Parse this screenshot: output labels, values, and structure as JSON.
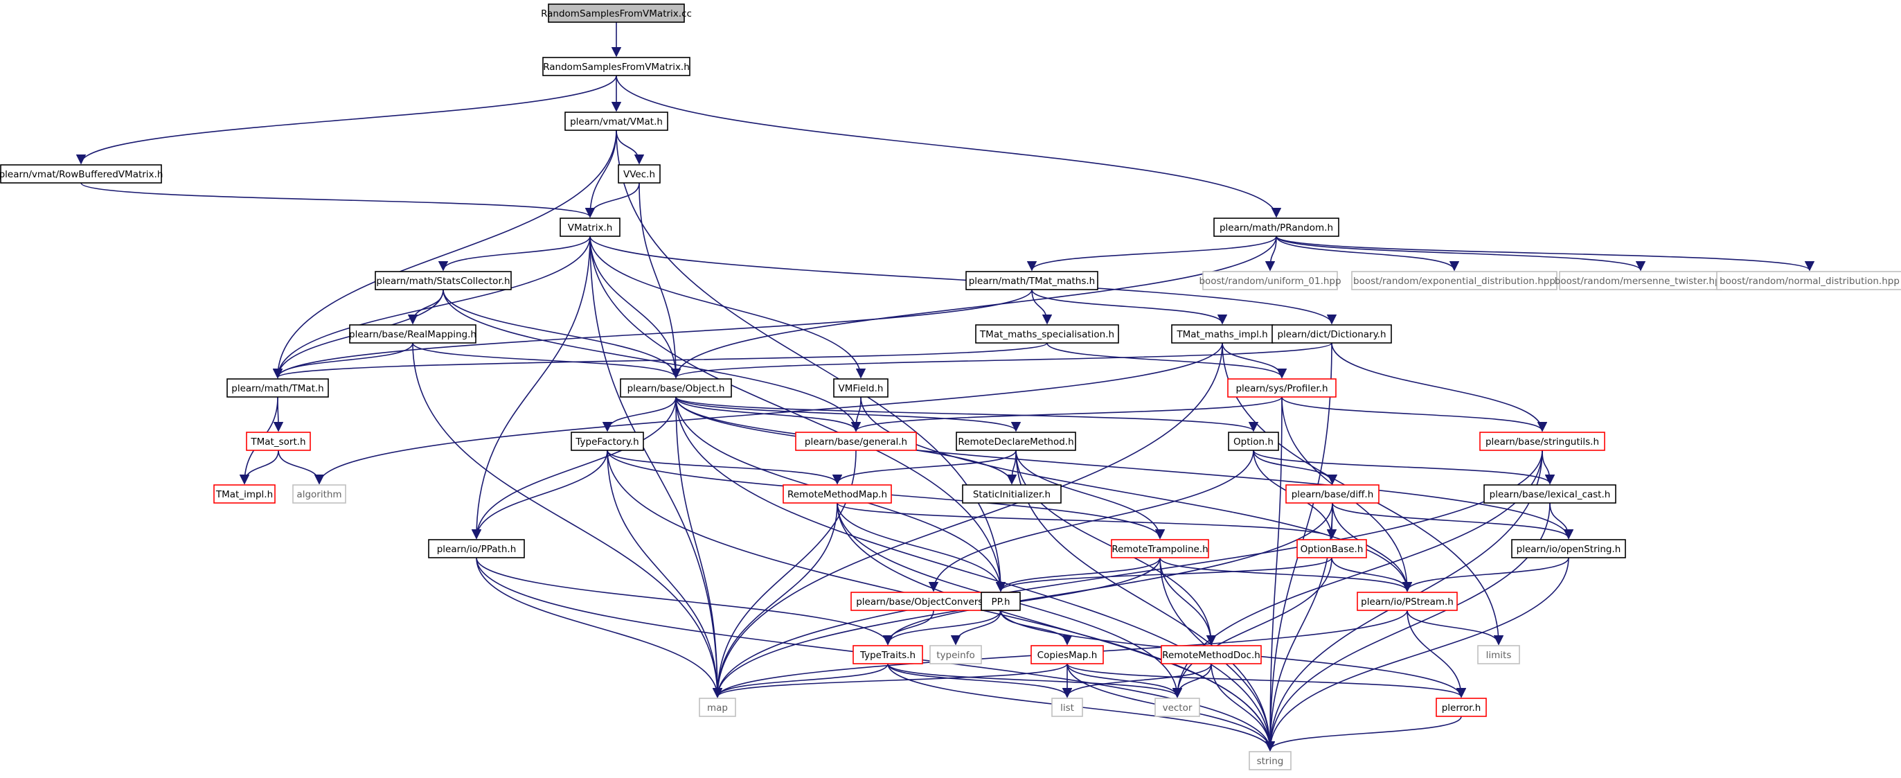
{
  "diagram": {
    "colors": {
      "edge": "#191970",
      "root_fill": "#bfbfbf",
      "normal_border": "#000000",
      "truncated_border": "#ff0000",
      "external_border": "#bfbfbf",
      "external_text": "#606060"
    },
    "nodes": [
      {
        "id": "root",
        "label": "RandomSamplesFromVMatrix.cc",
        "kind": "root"
      },
      {
        "id": "rsfvm_h",
        "label": "RandomSamplesFromVMatrix.h",
        "kind": "normal"
      },
      {
        "id": "vmat_h",
        "label": "plearn/vmat/VMat.h",
        "kind": "normal"
      },
      {
        "id": "rowbuf_h",
        "label": "plearn/vmat/RowBufferedVMatrix.h",
        "kind": "normal"
      },
      {
        "id": "vvec_h",
        "label": "VVec.h",
        "kind": "normal"
      },
      {
        "id": "vmatrix_h",
        "label": "VMatrix.h",
        "kind": "normal"
      },
      {
        "id": "prandom_h",
        "label": "plearn/math/PRandom.h",
        "kind": "normal"
      },
      {
        "id": "statscoll_h",
        "label": "plearn/math/StatsCollector.h",
        "kind": "normal"
      },
      {
        "id": "tmat_maths_h",
        "label": "plearn/math/TMat_maths.h",
        "kind": "normal"
      },
      {
        "id": "uniform01",
        "label": "boost/random/uniform_01.hpp",
        "kind": "external"
      },
      {
        "id": "expdist",
        "label": "boost/random/exponential_distribution.hpp",
        "kind": "external"
      },
      {
        "id": "mersenne",
        "label": "boost/random/mersenne_twister.hpp",
        "kind": "external"
      },
      {
        "id": "normdist",
        "label": "boost/random/normal_distribution.hpp",
        "kind": "external"
      },
      {
        "id": "realmap_h",
        "label": "plearn/base/RealMapping.h",
        "kind": "normal"
      },
      {
        "id": "tms_h",
        "label": "TMat_maths_specialisation.h",
        "kind": "normal"
      },
      {
        "id": "tmi_h",
        "label": "TMat_maths_impl.h",
        "kind": "normal"
      },
      {
        "id": "dict_h",
        "label": "plearn/dict/Dictionary.h",
        "kind": "normal"
      },
      {
        "id": "tmat_h",
        "label": "plearn/math/TMat.h",
        "kind": "normal"
      },
      {
        "id": "object_h",
        "label": "plearn/base/Object.h",
        "kind": "normal"
      },
      {
        "id": "vmfield_h",
        "label": "VMField.h",
        "kind": "normal"
      },
      {
        "id": "profiler_h",
        "label": "plearn/sys/Profiler.h",
        "kind": "truncated"
      },
      {
        "id": "tmat_sort_h",
        "label": "TMat_sort.h",
        "kind": "truncated"
      },
      {
        "id": "general_h",
        "label": "plearn/base/general.h",
        "kind": "truncated"
      },
      {
        "id": "rdm_h",
        "label": "RemoteDeclareMethod.h",
        "kind": "normal"
      },
      {
        "id": "option_h",
        "label": "Option.h",
        "kind": "normal"
      },
      {
        "id": "stringutils_h",
        "label": "plearn/base/stringutils.h",
        "kind": "truncated"
      },
      {
        "id": "typefactory_h",
        "label": "TypeFactory.h",
        "kind": "normal"
      },
      {
        "id": "tmat_impl_h",
        "label": "TMat_impl.h",
        "kind": "truncated"
      },
      {
        "id": "algorithm",
        "label": "algorithm",
        "kind": "external"
      },
      {
        "id": "rmm_h",
        "label": "RemoteMethodMap.h",
        "kind": "truncated"
      },
      {
        "id": "staticinit_h",
        "label": "StaticInitializer.h",
        "kind": "normal"
      },
      {
        "id": "diff_h",
        "label": "plearn/base/diff.h",
        "kind": "truncated"
      },
      {
        "id": "lexcast_h",
        "label": "plearn/base/lexical_cast.h",
        "kind": "normal"
      },
      {
        "id": "ppath_h",
        "label": "plearn/io/PPath.h",
        "kind": "normal"
      },
      {
        "id": "rtramp_h",
        "label": "RemoteTrampoline.h",
        "kind": "truncated"
      },
      {
        "id": "optionbase_h",
        "label": "OptionBase.h",
        "kind": "truncated"
      },
      {
        "id": "openstring_h",
        "label": "plearn/io/openString.h",
        "kind": "normal"
      },
      {
        "id": "objconv_h",
        "label": "plearn/base/ObjectConversions.h",
        "kind": "truncated"
      },
      {
        "id": "pp_h",
        "label": "PP.h",
        "kind": "normal"
      },
      {
        "id": "pstream_h",
        "label": "plearn/io/PStream.h",
        "kind": "truncated"
      },
      {
        "id": "typetraits_h",
        "label": "TypeTraits.h",
        "kind": "truncated"
      },
      {
        "id": "typeinfo",
        "label": "typeinfo",
        "kind": "external"
      },
      {
        "id": "copiesmap_h",
        "label": "CopiesMap.h",
        "kind": "truncated"
      },
      {
        "id": "rmd_h",
        "label": "RemoteMethodDoc.h",
        "kind": "truncated"
      },
      {
        "id": "limits",
        "label": "limits",
        "kind": "external"
      },
      {
        "id": "map",
        "label": "map",
        "kind": "external"
      },
      {
        "id": "list",
        "label": "list",
        "kind": "external"
      },
      {
        "id": "vector",
        "label": "vector",
        "kind": "external"
      },
      {
        "id": "plerror_h",
        "label": "plerror.h",
        "kind": "truncated"
      },
      {
        "id": "string",
        "label": "string",
        "kind": "external"
      }
    ],
    "edges": [
      [
        "root",
        "rsfvm_h"
      ],
      [
        "rsfvm_h",
        "vmat_h"
      ],
      [
        "rsfvm_h",
        "rowbuf_h"
      ],
      [
        "rsfvm_h",
        "prandom_h"
      ],
      [
        "vmat_h",
        "vvec_h"
      ],
      [
        "vmat_h",
        "vmatrix_h"
      ],
      [
        "vmat_h",
        "tmat_h"
      ],
      [
        "vmat_h",
        "pp_h"
      ],
      [
        "rowbuf_h",
        "vmatrix_h"
      ],
      [
        "vvec_h",
        "vmatrix_h"
      ],
      [
        "vvec_h",
        "object_h"
      ],
      [
        "vmatrix_h",
        "statscoll_h"
      ],
      [
        "vmatrix_h",
        "tmat_h"
      ],
      [
        "vmatrix_h",
        "object_h"
      ],
      [
        "vmatrix_h",
        "vmfield_h"
      ],
      [
        "vmatrix_h",
        "dict_h"
      ],
      [
        "vmatrix_h",
        "ppath_h"
      ],
      [
        "vmatrix_h",
        "pp_h"
      ],
      [
        "vmatrix_h",
        "map"
      ],
      [
        "prandom_h",
        "tmat_maths_h"
      ],
      [
        "prandom_h",
        "uniform01"
      ],
      [
        "prandom_h",
        "expdist"
      ],
      [
        "prandom_h",
        "mersenne"
      ],
      [
        "prandom_h",
        "normdist"
      ],
      [
        "prandom_h",
        "object_h"
      ],
      [
        "statscoll_h",
        "realmap_h"
      ],
      [
        "statscoll_h",
        "tmat_h"
      ],
      [
        "statscoll_h",
        "object_h"
      ],
      [
        "statscoll_h",
        "general_h"
      ],
      [
        "statscoll_h",
        "tmat_h"
      ],
      [
        "tmat_maths_h",
        "tms_h"
      ],
      [
        "tmat_maths_h",
        "tmi_h"
      ],
      [
        "tmat_maths_h",
        "tmat_h"
      ],
      [
        "realmap_h",
        "tmat_h"
      ],
      [
        "realmap_h",
        "object_h"
      ],
      [
        "realmap_h",
        "map"
      ],
      [
        "tms_h",
        "tmat_h"
      ],
      [
        "tms_h",
        "profiler_h"
      ],
      [
        "tmi_h",
        "profiler_h"
      ],
      [
        "tmi_h",
        "map"
      ],
      [
        "tmi_h",
        "limits"
      ],
      [
        "tmi_h",
        "algorithm"
      ],
      [
        "dict_h",
        "object_h"
      ],
      [
        "dict_h",
        "stringutils_h"
      ],
      [
        "dict_h",
        "string"
      ],
      [
        "tmat_h",
        "tmat_sort_h"
      ],
      [
        "tmat_h",
        "tmat_impl_h"
      ],
      [
        "tmat_sort_h",
        "tmat_impl_h"
      ],
      [
        "tmat_sort_h",
        "algorithm"
      ],
      [
        "object_h",
        "typefactory_h"
      ],
      [
        "object_h",
        "general_h"
      ],
      [
        "object_h",
        "rdm_h"
      ],
      [
        "object_h",
        "option_h"
      ],
      [
        "object_h",
        "ppath_h"
      ],
      [
        "object_h",
        "pp_h"
      ],
      [
        "object_h",
        "map"
      ],
      [
        "object_h",
        "string"
      ],
      [
        "object_h",
        "staticinit_h"
      ],
      [
        "object_h",
        "openstring_h"
      ],
      [
        "vmfield_h",
        "general_h"
      ],
      [
        "vmfield_h",
        "pstream_h"
      ],
      [
        "profiler_h",
        "general_h"
      ],
      [
        "profiler_h",
        "stringutils_h"
      ],
      [
        "profiler_h",
        "pstream_h"
      ],
      [
        "profiler_h",
        "string"
      ],
      [
        "general_h",
        "map"
      ],
      [
        "typefactory_h",
        "rmm_h"
      ],
      [
        "typefactory_h",
        "ppath_h"
      ],
      [
        "typefactory_h",
        "map"
      ],
      [
        "typefactory_h",
        "string"
      ],
      [
        "typefactory_h",
        "rtramp_h"
      ],
      [
        "rdm_h",
        "rmm_h"
      ],
      [
        "rdm_h",
        "staticinit_h"
      ],
      [
        "rdm_h",
        "rtramp_h"
      ],
      [
        "rdm_h",
        "rmd_h"
      ],
      [
        "rdm_h",
        "string"
      ],
      [
        "option_h",
        "diff_h"
      ],
      [
        "option_h",
        "optionbase_h"
      ],
      [
        "option_h",
        "lexcast_h"
      ],
      [
        "option_h",
        "objconv_h"
      ],
      [
        "stringutils_h",
        "lexcast_h"
      ],
      [
        "stringutils_h",
        "map"
      ],
      [
        "stringutils_h",
        "vector"
      ],
      [
        "stringutils_h",
        "string"
      ],
      [
        "rmm_h",
        "pp_h"
      ],
      [
        "rmm_h",
        "optionbase_h"
      ],
      [
        "rmm_h",
        "map"
      ],
      [
        "rmm_h",
        "string"
      ],
      [
        "rmm_h",
        "vector"
      ],
      [
        "diff_h",
        "optionbase_h"
      ],
      [
        "diff_h",
        "pstream_h"
      ],
      [
        "diff_h",
        "openstring_h"
      ],
      [
        "diff_h",
        "string"
      ],
      [
        "diff_h",
        "map"
      ],
      [
        "lexcast_h",
        "openstring_h"
      ],
      [
        "lexcast_h",
        "string"
      ],
      [
        "ppath_h",
        "typetraits_h"
      ],
      [
        "ppath_h",
        "map"
      ],
      [
        "ppath_h",
        "string"
      ],
      [
        "rtramp_h",
        "pp_h"
      ],
      [
        "rtramp_h",
        "pstream_h"
      ],
      [
        "rtramp_h",
        "rmd_h"
      ],
      [
        "rtramp_h",
        "typetraits_h"
      ],
      [
        "rtramp_h",
        "string"
      ],
      [
        "optionbase_h",
        "pp_h"
      ],
      [
        "optionbase_h",
        "pstream_h"
      ],
      [
        "optionbase_h",
        "vector"
      ],
      [
        "openstring_h",
        "pstream_h"
      ],
      [
        "openstring_h",
        "string"
      ],
      [
        "objconv_h",
        "typetraits_h"
      ],
      [
        "pp_h",
        "typetraits_h"
      ],
      [
        "pp_h",
        "copiesmap_h"
      ],
      [
        "pp_h",
        "typeinfo"
      ],
      [
        "pp_h",
        "plerror_h"
      ],
      [
        "pstream_h",
        "plerror_h"
      ],
      [
        "pstream_h",
        "limits"
      ],
      [
        "pstream_h",
        "map"
      ],
      [
        "typetraits_h",
        "map"
      ],
      [
        "typetraits_h",
        "list"
      ],
      [
        "typetraits_h",
        "vector"
      ],
      [
        "typetraits_h",
        "string"
      ],
      [
        "copiesmap_h",
        "map"
      ],
      [
        "copiesmap_h",
        "list"
      ],
      [
        "copiesmap_h",
        "vector"
      ],
      [
        "copiesmap_h",
        "string"
      ],
      [
        "copiesmap_h",
        "plerror_h"
      ],
      [
        "rmd_h",
        "list"
      ],
      [
        "rmd_h",
        "vector"
      ],
      [
        "rmd_h",
        "string"
      ],
      [
        "plerror_h",
        "string"
      ]
    ]
  }
}
